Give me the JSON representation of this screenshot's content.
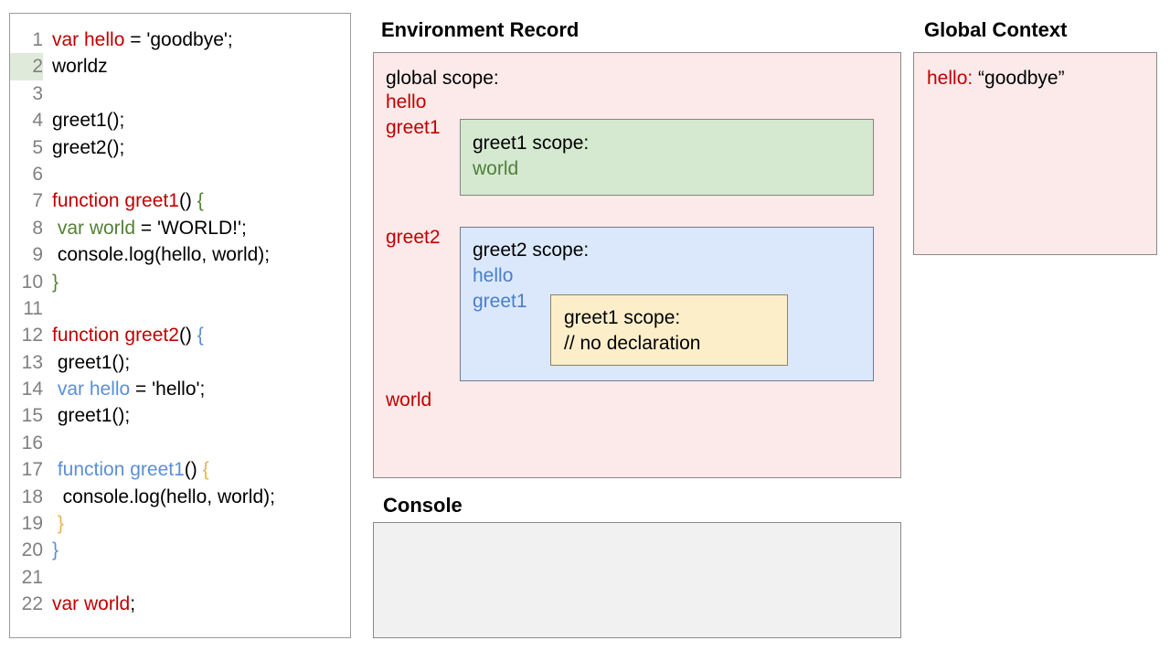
{
  "editor": {
    "name": "code-editor",
    "highlighted_line": 2,
    "lines": [
      {
        "num": "1",
        "segments": [
          {
            "text": "var hello",
            "color": "red"
          },
          {
            "text": " = 'goodbye';",
            "color": "black"
          }
        ]
      },
      {
        "num": "2",
        "segments": [
          {
            "text": "worldz",
            "color": "black"
          }
        ]
      },
      {
        "num": "3",
        "segments": [
          {
            "text": "",
            "color": "black"
          }
        ]
      },
      {
        "num": "4",
        "segments": [
          {
            "text": "greet1();",
            "color": "black"
          }
        ]
      },
      {
        "num": "5",
        "segments": [
          {
            "text": "greet2();",
            "color": "black"
          }
        ]
      },
      {
        "num": "6",
        "segments": [
          {
            "text": "",
            "color": "black"
          }
        ]
      },
      {
        "num": "7",
        "segments": [
          {
            "text": "function greet1",
            "color": "red"
          },
          {
            "text": "() ",
            "color": "black"
          },
          {
            "text": "{",
            "color": "brace-green"
          }
        ]
      },
      {
        "num": "8",
        "segments": [
          {
            "text": " var world",
            "color": "green"
          },
          {
            "text": " = 'WORLD!';",
            "color": "black"
          }
        ]
      },
      {
        "num": "9",
        "segments": [
          {
            "text": " console.log(hello, world);",
            "color": "black"
          }
        ]
      },
      {
        "num": "10",
        "segments": [
          {
            "text": "}",
            "color": "brace-green"
          }
        ]
      },
      {
        "num": "11",
        "segments": [
          {
            "text": "",
            "color": "black"
          }
        ]
      },
      {
        "num": "12",
        "segments": [
          {
            "text": "function greet2",
            "color": "red"
          },
          {
            "text": "() ",
            "color": "black"
          },
          {
            "text": "{",
            "color": "brace-blue"
          }
        ]
      },
      {
        "num": "13",
        "segments": [
          {
            "text": " greet1();",
            "color": "black"
          }
        ]
      },
      {
        "num": "14",
        "segments": [
          {
            "text": " var hello",
            "color": "blue"
          },
          {
            "text": " = 'hello';",
            "color": "black"
          }
        ]
      },
      {
        "num": "15",
        "segments": [
          {
            "text": " greet1();",
            "color": "black"
          }
        ]
      },
      {
        "num": "16",
        "segments": [
          {
            "text": "",
            "color": "black"
          }
        ]
      },
      {
        "num": "17",
        "segments": [
          {
            "text": " function greet1",
            "color": "blue"
          },
          {
            "text": "() ",
            "color": "black"
          },
          {
            "text": "{",
            "color": "brace-gold"
          }
        ]
      },
      {
        "num": "18",
        "segments": [
          {
            "text": "  console.log(hello, world);",
            "color": "black"
          }
        ]
      },
      {
        "num": "19",
        "segments": [
          {
            "text": " }",
            "color": "brace-gold"
          }
        ]
      },
      {
        "num": "20",
        "segments": [
          {
            "text": "}",
            "color": "brace-blue"
          }
        ]
      },
      {
        "num": "21",
        "segments": [
          {
            "text": "",
            "color": "black"
          }
        ]
      },
      {
        "num": "22",
        "segments": [
          {
            "text": "var world",
            "color": "red"
          },
          {
            "text": ";",
            "color": "black"
          }
        ]
      }
    ]
  },
  "environment_record": {
    "heading": "Environment Record",
    "global_scope": {
      "title": "global scope:",
      "bindings": [
        "hello",
        "greet1",
        "greet2",
        "world"
      ]
    },
    "greet1_scope": {
      "title": "greet1 scope:",
      "bindings": [
        "world"
      ]
    },
    "greet2_scope": {
      "title": "greet2 scope:",
      "bindings": [
        "hello",
        "greet1"
      ]
    },
    "inner_greet1_scope": {
      "title": "greet1 scope:",
      "note": "// no declaration"
    }
  },
  "global_context": {
    "heading": "Global Context",
    "entries": [
      {
        "key": "hello:",
        "value": " “goodbye”"
      }
    ]
  },
  "console": {
    "heading": "Console",
    "output": ""
  },
  "colors": {
    "red": "#c00000",
    "green": "#538135",
    "blue": "#4a7ec8",
    "gold": "#e7b549",
    "pink_panel": "#fce9e9",
    "green_panel": "#d5e8d0",
    "blue_panel": "#dbe8fb",
    "yellow_panel": "#fdeeca",
    "console_panel": "#f1f1f1",
    "line_highlight": "#dfeadb"
  }
}
